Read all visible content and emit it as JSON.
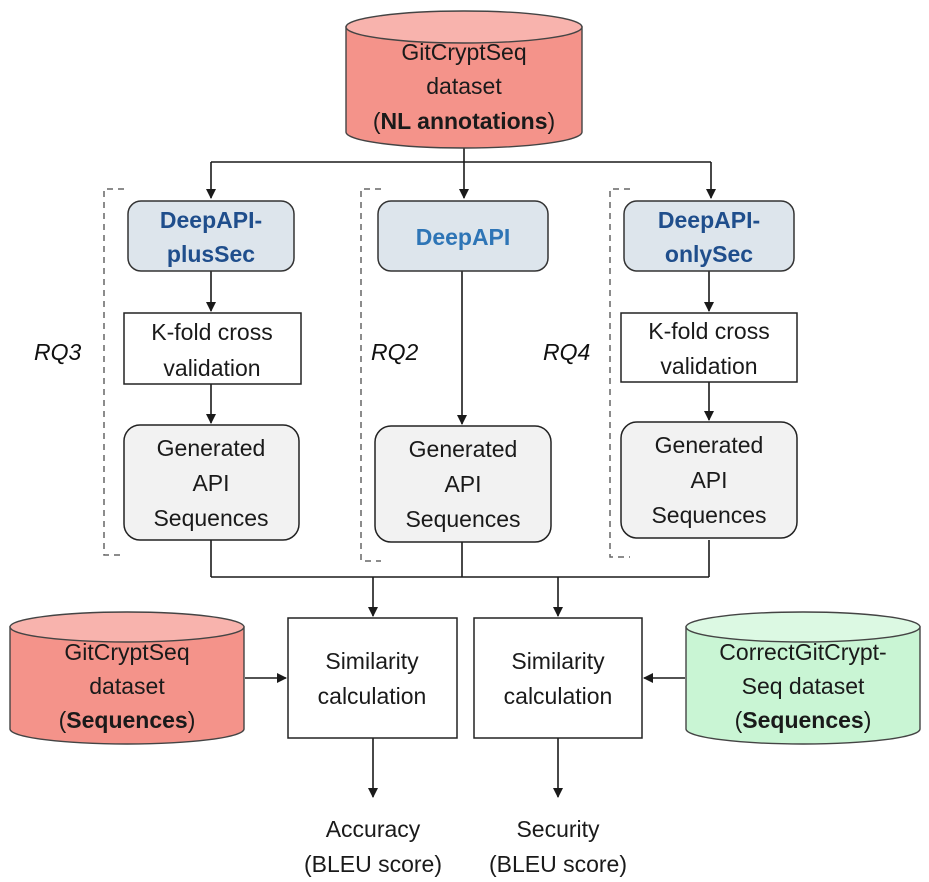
{
  "colors": {
    "dataset_red_fill": "#f4938a",
    "dataset_red_top": "#f8b3ad",
    "dataset_green_fill": "#c9f5d4",
    "dataset_green_top": "#dcf9e3",
    "model_fill": "#dde5ec",
    "gray_fill": "#f2f2f2",
    "model_text": "#1f4e8c",
    "deepapi_text": "#2e75b6"
  },
  "top_dataset": {
    "line1": "GitCryptSeq",
    "line2": "dataset",
    "line3_open": "(",
    "line3_bold": "NL annotations",
    "line3_close": ")"
  },
  "models": {
    "left": {
      "line1": "DeepAPI-",
      "line2": "plusSec"
    },
    "center": {
      "line1": "DeepAPI"
    },
    "right": {
      "line1": "DeepAPI-",
      "line2": "onlySec"
    }
  },
  "kfold": {
    "left": {
      "line1": "K-fold cross",
      "line2": "validation"
    },
    "right": {
      "line1": "K-fold cross",
      "line2": "validation"
    }
  },
  "generated": {
    "left": {
      "line1": "Generated",
      "line2": "API",
      "line3": "Sequences"
    },
    "center": {
      "line1": "Generated",
      "line2": "API",
      "line3": "Sequences"
    },
    "right": {
      "line1": "Generated",
      "line2": "API",
      "line3": "Sequences"
    }
  },
  "rq_labels": {
    "left": "RQ3",
    "center": "RQ2",
    "right": "RQ4"
  },
  "bottom_left_dataset": {
    "line1": "GitCryptSeq",
    "line2": "dataset",
    "line3_open": "(",
    "line3_bold": "Sequences",
    "line3_close": ")"
  },
  "bottom_right_dataset": {
    "line1": "CorrectGitCrypt-",
    "line2": "Seq dataset",
    "line3_open": "(",
    "line3_bold": "Sequences",
    "line3_close": ")"
  },
  "similarity": {
    "left": {
      "line1": "Similarity",
      "line2": "calculation"
    },
    "right": {
      "line1": "Similarity",
      "line2": "calculation"
    }
  },
  "outputs": {
    "accuracy": {
      "line1": "Accuracy",
      "line2": "(BLEU score)"
    },
    "security": {
      "line1": "Security",
      "line2": "(BLEU score)"
    }
  }
}
